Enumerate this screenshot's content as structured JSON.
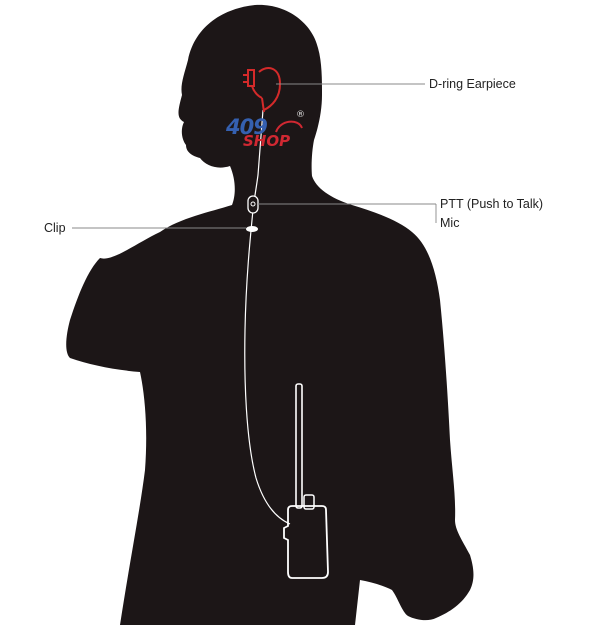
{
  "labels": {
    "earpiece": "D-ring Earpiece",
    "ptt": "PTT (Push to Talk)",
    "mic": "Mic",
    "clip": "Clip"
  },
  "logo": {
    "number": "409",
    "shop": "SHOP",
    "registered": "®"
  },
  "colors": {
    "silhouette": "#1c1617",
    "cable": "#ffffff",
    "earpiece": "#d42a2a",
    "leader_line": "#888888",
    "logo_blue": "#3560b0",
    "logo_red": "#d02832"
  }
}
